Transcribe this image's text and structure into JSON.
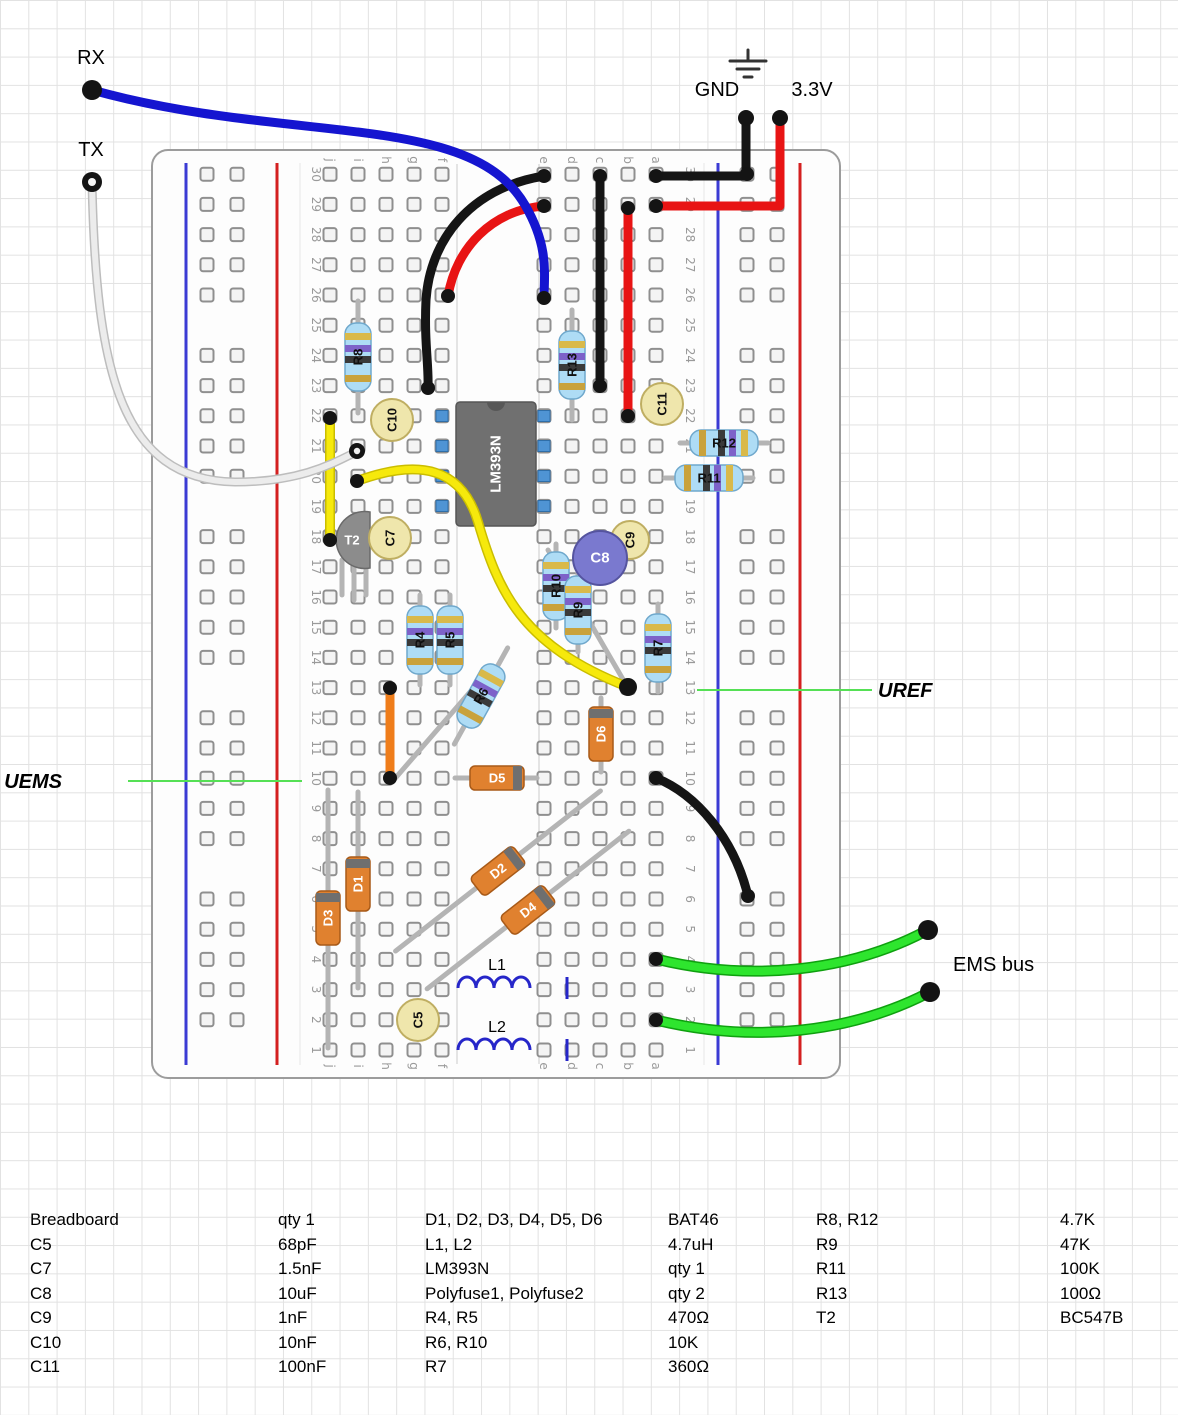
{
  "labels": {
    "rx": "RX",
    "tx": "TX",
    "gnd": "GND",
    "v33": "3.3V",
    "uref": "UREF",
    "uems": "UEMS",
    "ems_bus": "EMS bus"
  },
  "board": {
    "rows": 30,
    "letters_left": [
      "j",
      "i",
      "h",
      "g",
      "f"
    ],
    "letters_right": [
      "e",
      "d",
      "c",
      "b",
      "a"
    ]
  },
  "components": {
    "ic1": "LM393N",
    "t2": "T2",
    "r4": "R4",
    "r5": "R5",
    "r6": "R6",
    "r7": "R7",
    "r8": "R8",
    "r9": "R9",
    "r10": "R10",
    "r11": "R11",
    "r12": "R12",
    "r13": "R13",
    "c5": "C5",
    "c7": "C7",
    "c8": "C8",
    "c9": "C9",
    "c10": "C10",
    "c11": "C11",
    "d1": "D1",
    "d2": "D2",
    "d3": "D3",
    "d4": "D4",
    "d5": "D5",
    "d6": "D6",
    "l1": "L1",
    "l2": "L2"
  },
  "parts_list": {
    "rows": [
      {
        "c1": "Breadboard",
        "c2": "qty 1",
        "c3": "D1, D2, D3, D4, D5, D6",
        "c4": "BAT46",
        "c5": "R8, R12",
        "c6": "4.7K"
      },
      {
        "c1": "C5",
        "c2": "68pF",
        "c3": "L1, L2",
        "c4": "4.7uH",
        "c5": "R9",
        "c6": "47K"
      },
      {
        "c1": "C7",
        "c2": "1.5nF",
        "c3": "LM393N",
        "c4": "qty 1",
        "c5": "R11",
        "c6": "100K"
      },
      {
        "c1": "C8",
        "c2": "10uF",
        "c3": "Polyfuse1, Polyfuse2",
        "c4": "qty 2",
        "c5": "R13",
        "c6": "100Ω"
      },
      {
        "c1": "C9",
        "c2": "1nF",
        "c3": "R4, R5",
        "c4": "470Ω",
        "c5": "T2",
        "c6": "BC547B"
      },
      {
        "c1": "C10",
        "c2": "10nF",
        "c3": "R6, R10",
        "c4": "10K",
        "c5": "",
        "c6": ""
      },
      {
        "c1": "C11",
        "c2": "100nF",
        "c3": "R7",
        "c4": "360Ω",
        "c5": "",
        "c6": ""
      }
    ]
  }
}
